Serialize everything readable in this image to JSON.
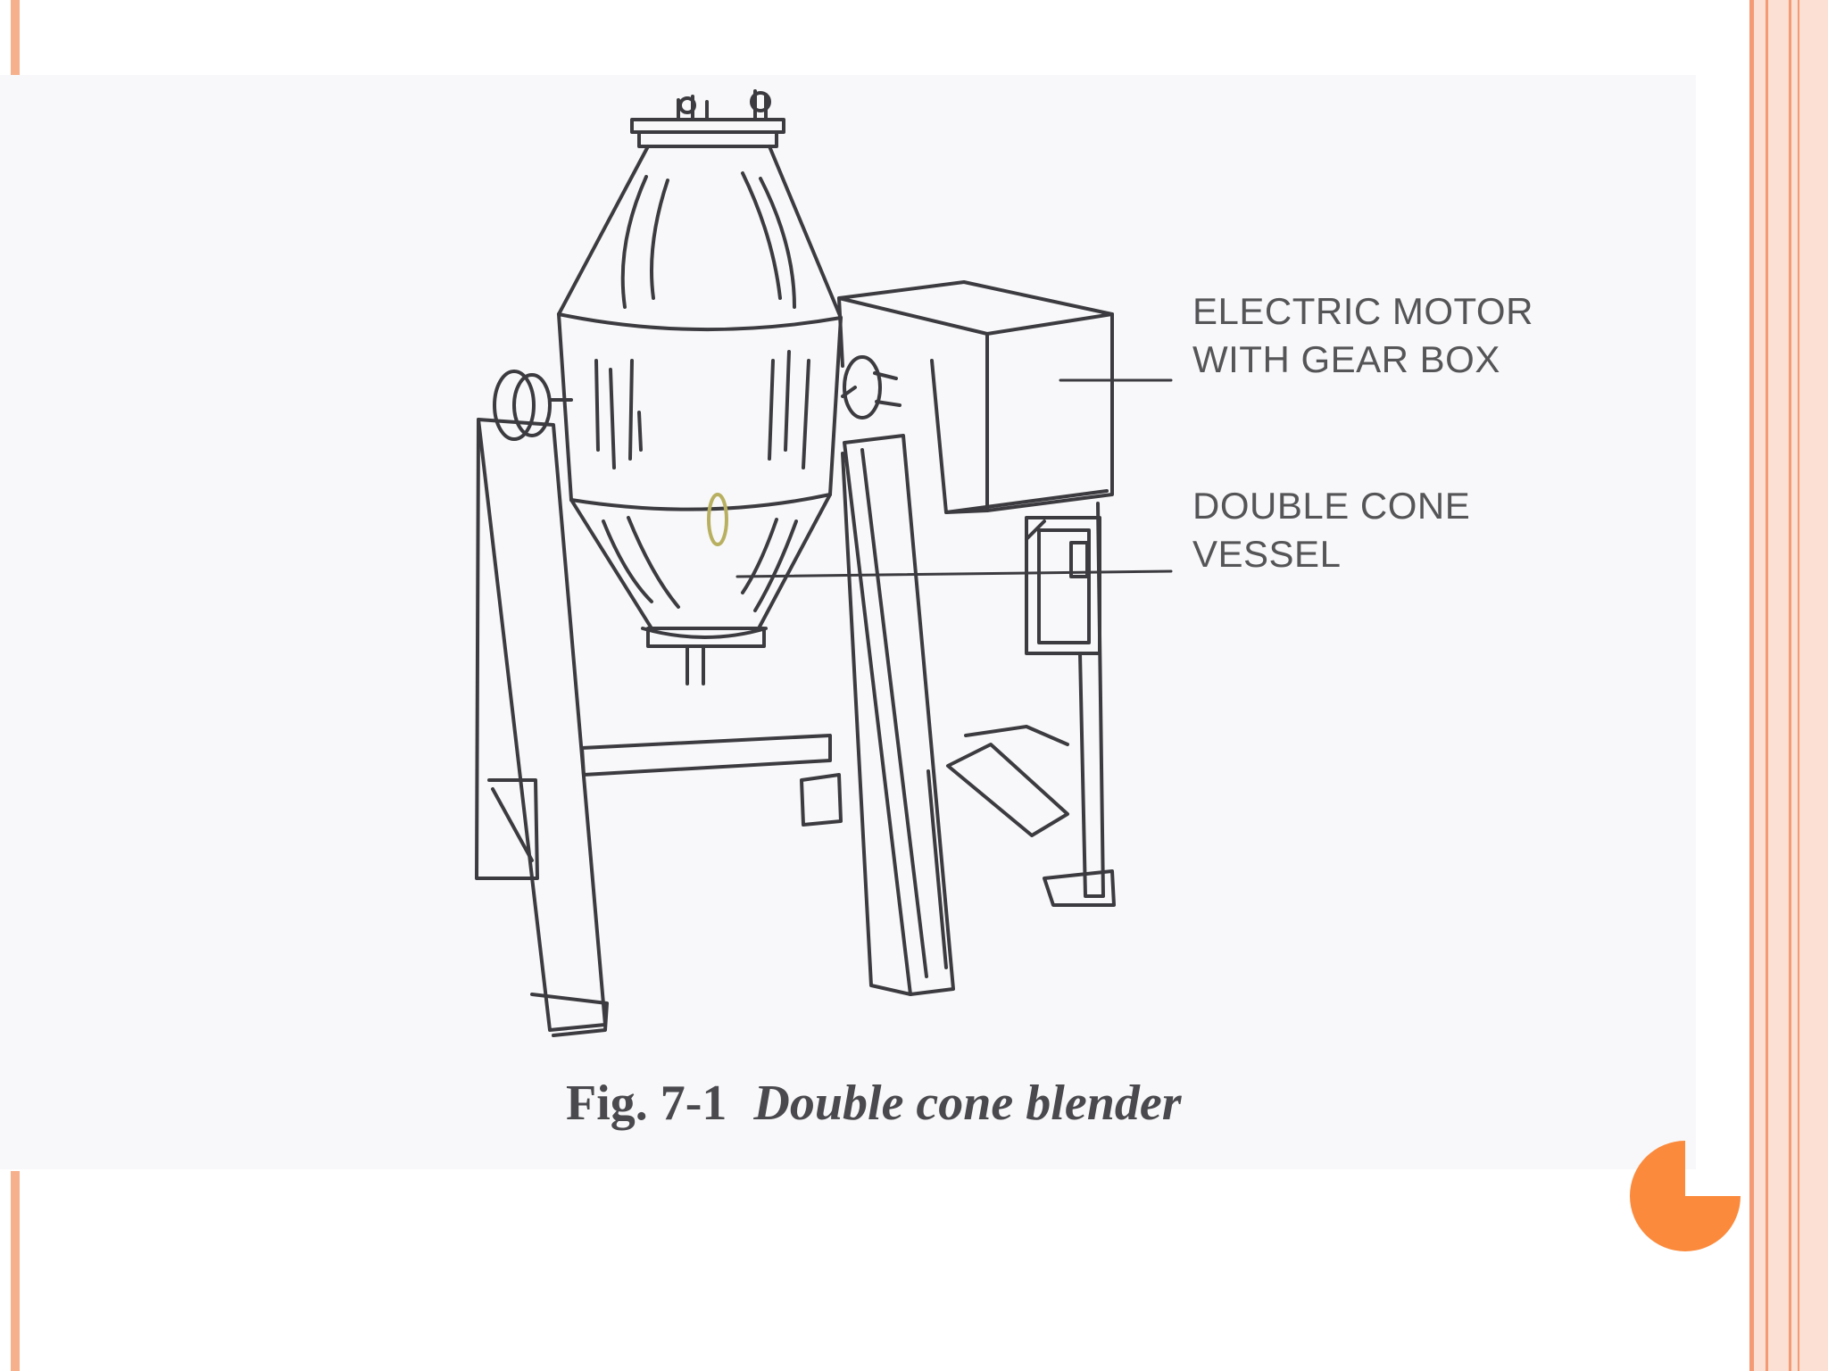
{
  "figure": {
    "labels": {
      "motor_line1": "ELECTRIC MOTOR",
      "motor_line2": "WITH GEAR BOX",
      "vessel_line1": "DOUBLE CONE",
      "vessel_line2": "VESSEL"
    },
    "caption_number": "Fig. 7-1",
    "caption_title": "Double cone blender"
  },
  "decor": {
    "accent_color": "#f49a74",
    "circle_color": "#fb8a3c",
    "slide_progress": 0.75
  }
}
